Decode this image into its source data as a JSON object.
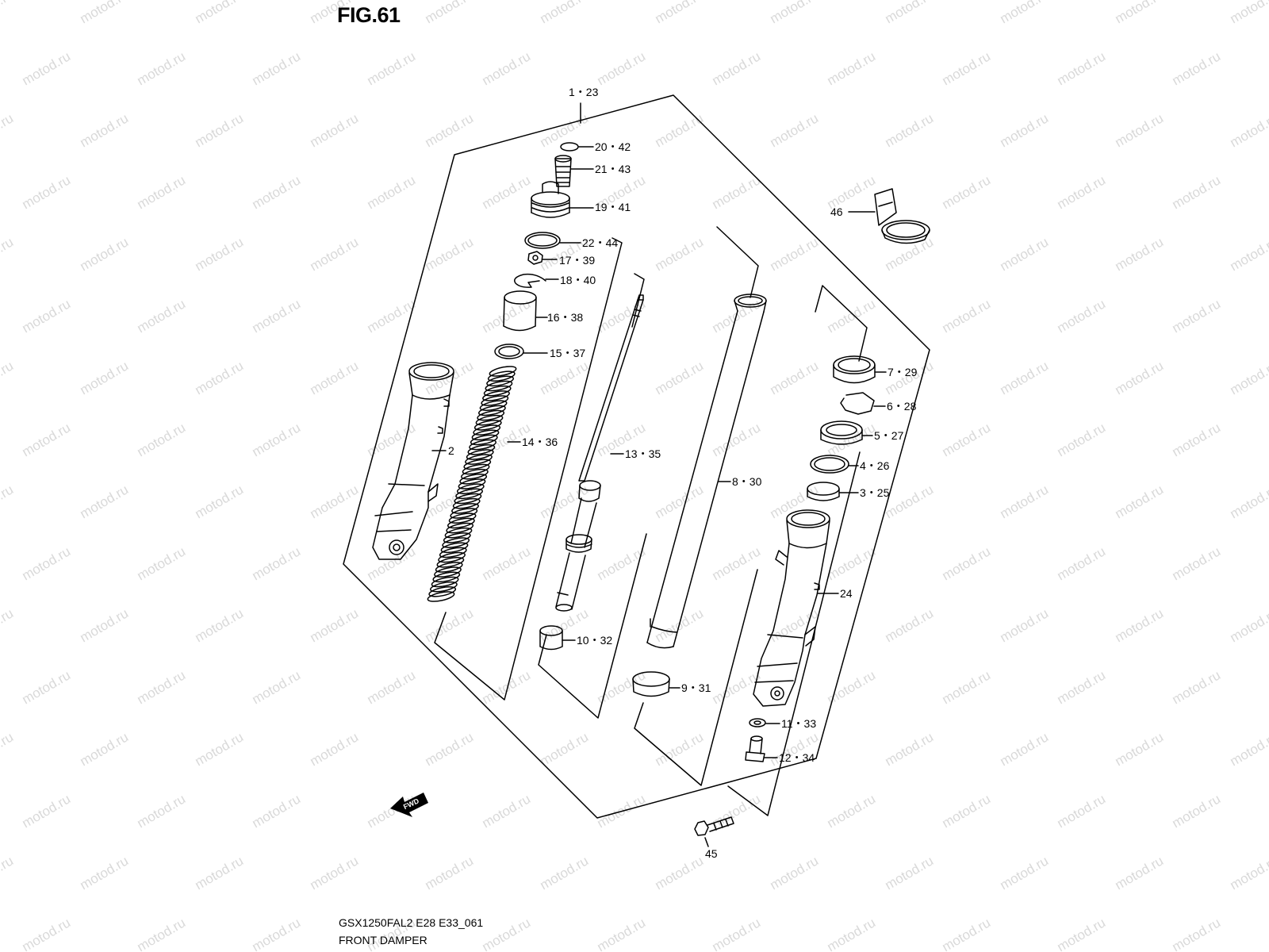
{
  "figure": {
    "title": "FIG.61",
    "model_code": "GSX1250FAL2 E28 E33_061",
    "caption": "FRONT DAMPER"
  },
  "watermark": "motod.ru",
  "fwd_marker": "FWD",
  "callouts": {
    "c1_23": "1・23",
    "c2": "2",
    "c3_25": "3・25",
    "c4_26": "4・26",
    "c5_27": "5・27",
    "c6_28": "6・28",
    "c7_29": "7・29",
    "c8_30": "8・30",
    "c9_31": "9・31",
    "c10_32": "10・32",
    "c11_33": "11・33",
    "c12_34": "12・34",
    "c13_35": "13・35",
    "c14_36": "14・36",
    "c15_37": "15・37",
    "c16_38": "16・38",
    "c17_39": "17・39",
    "c18_40": "18・40",
    "c19_41": "19・41",
    "c20_42": "20・42",
    "c21_43": "21・43",
    "c22_44": "22・44",
    "c24": "24",
    "c45": "45",
    "c46": "46"
  },
  "colors": {
    "line": "#000000",
    "watermark": "#d9d9d9",
    "background": "#ffffff"
  }
}
